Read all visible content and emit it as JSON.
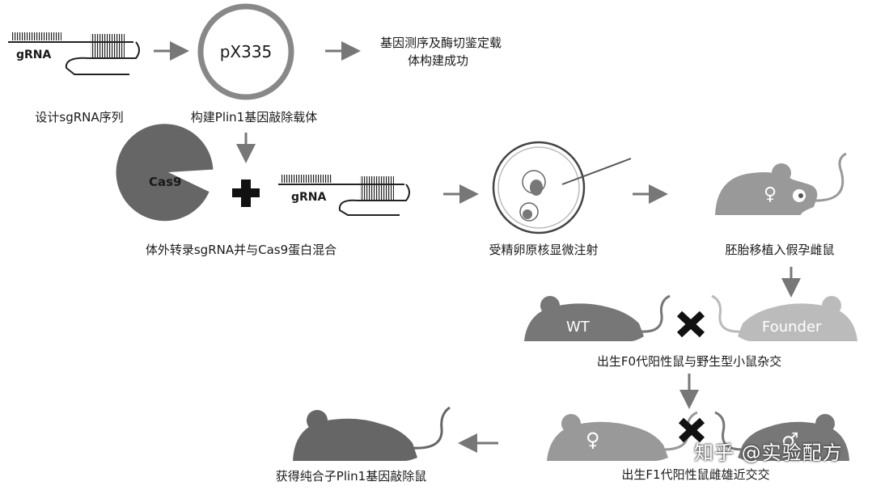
{
  "row1": {
    "grna_label": "gRNA",
    "plasmid_label": "pX335",
    "result_text_line1": "基因测序及酶切鉴定载",
    "result_text_line2": "体构建成功",
    "caption_design": "设计sgRNA序列",
    "caption_vector": "构建Plin1基因敲除载体"
  },
  "row2": {
    "cas9_label": "Cas9",
    "grna_label": "gRNA",
    "caption_mix": "体外转录sgRNA并与Cas9蛋白混合",
    "caption_inject": "受精卵原核显微注射",
    "caption_transplant": "胚胎移植入假孕雌鼠",
    "female_symbol": "♀"
  },
  "row3": {
    "wt_label": "WT",
    "founder_label": "Founder",
    "caption_cross": "出生F0代阳性鼠与野生型小鼠杂交"
  },
  "row4": {
    "female_symbol": "♀",
    "male_symbol": "♂",
    "caption_f1": "出生F1代阳性鼠雌雄近交交",
    "caption_final": "获得纯合子Plin1基因敲除鼠",
    "watermark": "知乎 @实验配方"
  }
}
